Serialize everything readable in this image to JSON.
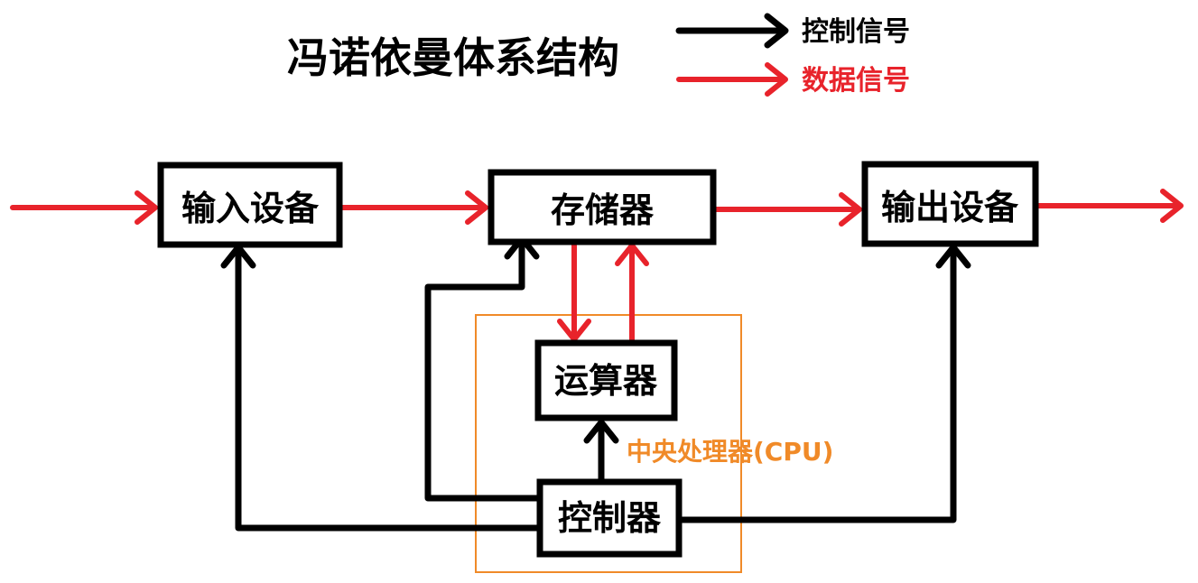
{
  "title": "冯诺依曼体系结构",
  "legend": {
    "control_label": "控制信号",
    "data_label": "数据信号"
  },
  "boxes": {
    "input": "输入设备",
    "memory": "存储器",
    "output": "输出设备",
    "alu": "运算器",
    "controller": "控制器"
  },
  "cpu_label": "中央处理器(CPU)",
  "colors": {
    "control": "#000000",
    "data": "#e8232b",
    "cpu": "#f08a28"
  }
}
